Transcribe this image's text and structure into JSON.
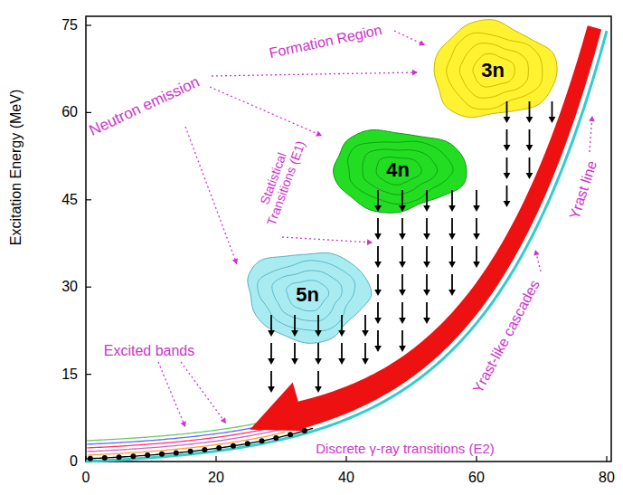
{
  "diagram": {
    "nodes": [
      {
        "text": [
          "3n"
        ]
      },
      {
        "text": [
          "4n"
        ]
      },
      {
        "text": [
          "5n"
        ]
      }
    ],
    "labels": [
      "Excitation Energy (MeV)",
      "Formation Region",
      "Neutron emission",
      "Statistical Transitions (E1)",
      "Yrast line",
      "Yrast-like cascades",
      "Excited bands",
      "Discrete γ-ray transitions (E2)",
      "75",
      "60",
      "45",
      "30",
      "15",
      "0",
      "0",
      "20",
      "40",
      "60",
      "80"
    ]
  }
}
